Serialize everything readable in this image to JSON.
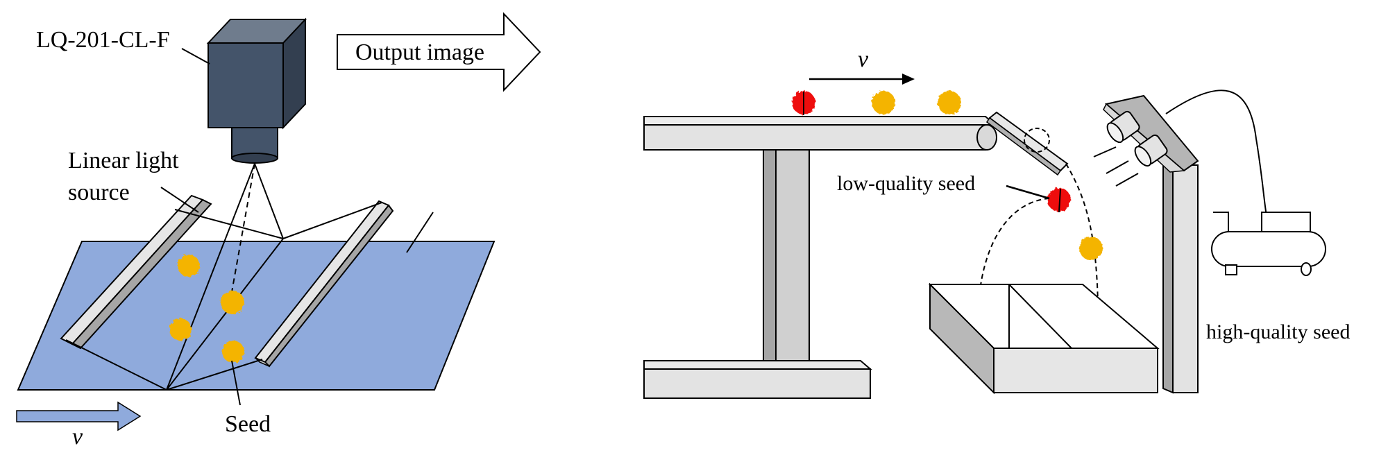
{
  "left_panel": {
    "camera_label": "LQ-201-CL-F",
    "output_label": "Output image",
    "light_source_label_line1": "Linear light",
    "light_source_label_line2": "source",
    "seed_label": "Seed",
    "velocity_label": "v"
  },
  "right_panel": {
    "velocity_label": "v",
    "low_quality_label": "low-quality seed",
    "high_quality_label": "high-quality seed"
  },
  "colors": {
    "plate": "#8faadc",
    "camera_body": "#44546a",
    "seed_yellow": "#f4b400",
    "seed_red": "#ee1111",
    "metal_light": "#e3e3e3",
    "metal_mid": "#c8c8c8",
    "metal_dark": "#a6a6a6"
  }
}
